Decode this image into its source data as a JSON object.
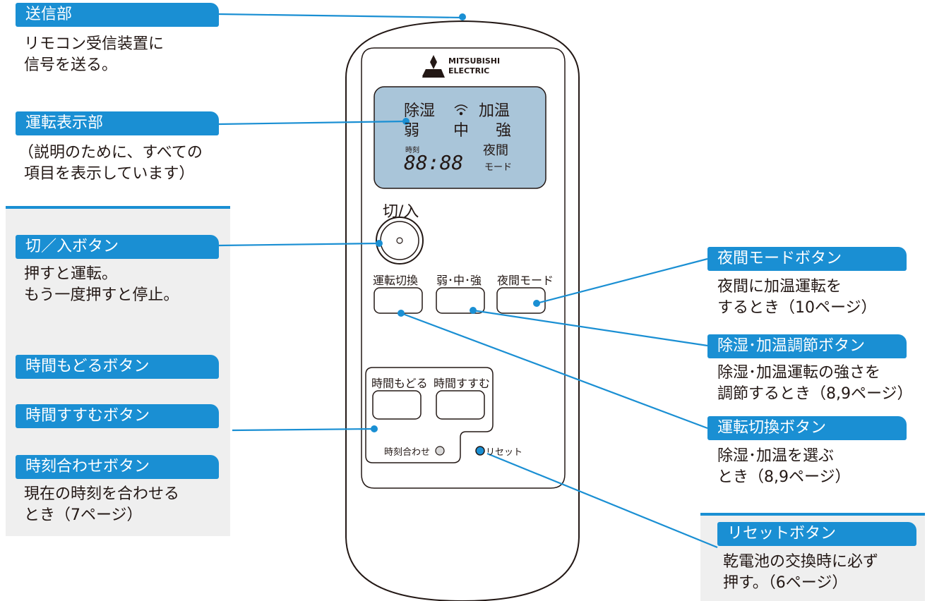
{
  "brand": {
    "name_line1": "MITSUBISHI",
    "name_line2": "ELECTRIC"
  },
  "remote": {
    "lcd": {
      "dehumidify": "除湿",
      "humidify": "加温",
      "weak": "弱",
      "medium": "中",
      "strong": "強",
      "time_label": "時刻",
      "time_value": "88:88",
      "night_line1": "夜間",
      "night_line2": "モード"
    },
    "power_label": "切/入",
    "mode_label": "運転切換",
    "strength_label": "弱･中･強",
    "night_label": "夜間モード",
    "time_back_label": "時間もどる",
    "time_forward_label": "時間すすむ",
    "time_set_label": "時刻合わせ",
    "reset_label": "リセット"
  },
  "callouts": {
    "transmitter": {
      "title": "送信部",
      "desc": [
        "リモコン受信装置に",
        "信号を送る。"
      ]
    },
    "display": {
      "title": "運転表示部",
      "desc": [
        "（説明のために、すべての",
        "項目を表示しています）"
      ]
    },
    "power": {
      "title": "切／入ボタン",
      "desc": [
        "押すと運転。",
        "もう一度押すと停止。"
      ]
    },
    "time_back": {
      "title": "時間もどるボタン"
    },
    "time_forward": {
      "title": "時間すすむボタン"
    },
    "time_set": {
      "title": "時刻合わせボタン",
      "desc": [
        "現在の時刻を合わせる",
        "とき（7ページ）"
      ]
    },
    "night": {
      "title": "夜間モードボタン",
      "desc": [
        "夜間に加温運転を",
        "するとき（10ページ）"
      ]
    },
    "strength": {
      "title": "除湿･加温調節ボタン",
      "desc": [
        "除湿･加温運転の強さを",
        "調節するとき（8,9ページ）"
      ]
    },
    "mode": {
      "title": "運転切換ボタン",
      "desc": [
        "除湿･加温を選ぶ",
        "とき（8,9ページ）"
      ]
    },
    "reset": {
      "title": "リセットボタン",
      "desc": [
        "乾電池の交換時に必ず",
        "押す。（6ページ）"
      ]
    }
  },
  "colors": {
    "accent": "#1a8fd3",
    "lcd": "#a9c5d9",
    "panel": "#efefef"
  }
}
